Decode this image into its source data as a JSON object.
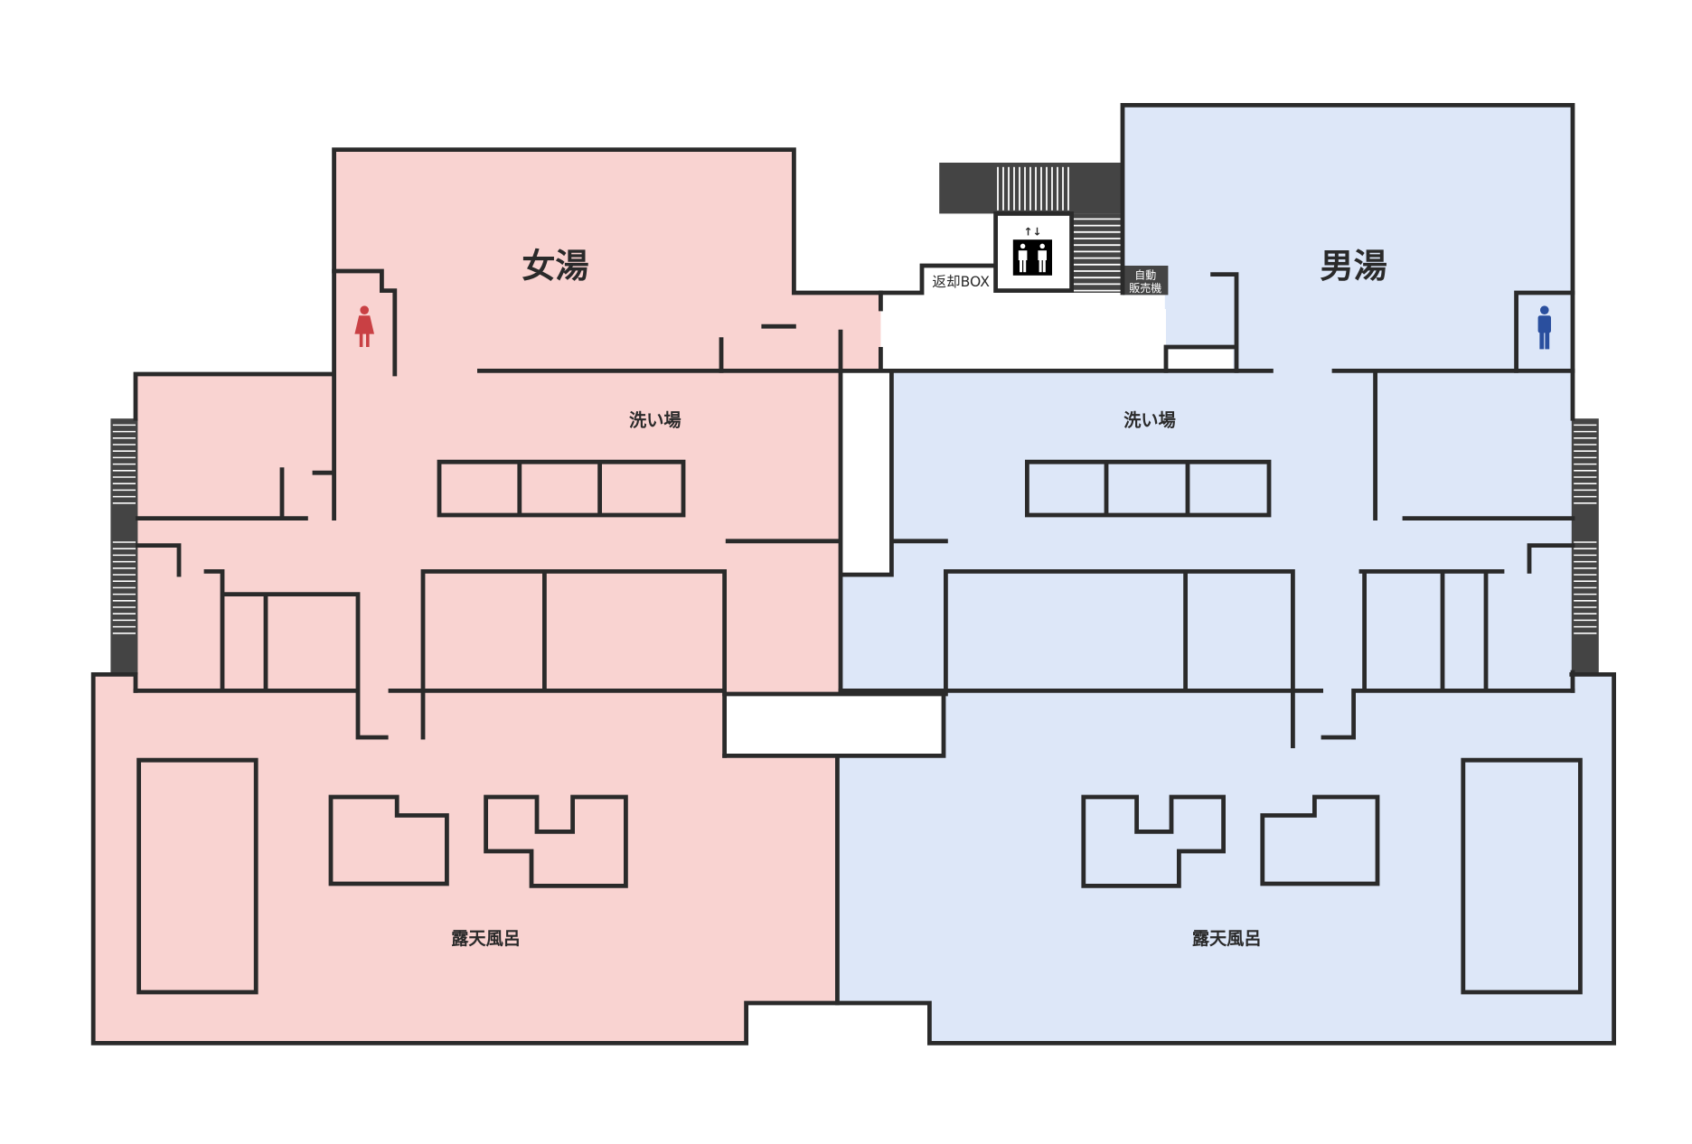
{
  "floorplan": {
    "women": {
      "title": "女湯",
      "washing_area": "洗い場",
      "outdoor_bath": "露天風呂",
      "restroom_icon": "woman-restroom-icon",
      "color": "#f9d3d1",
      "icon_color": "#c94044"
    },
    "men": {
      "title": "男湯",
      "washing_area": "洗い場",
      "outdoor_bath": "露天風呂",
      "restroom_icon": "man-restroom-icon",
      "color": "#dde7f8",
      "icon_color": "#2a4f9e"
    },
    "common": {
      "return_box": "返却BOX",
      "vending_line1": "自動",
      "vending_line2": "販売機",
      "elevator_icon": "elevator-icon",
      "elevator_arrows": "↑↓"
    },
    "colors": {
      "wall": "#2a2a2a",
      "stairs": "#444444"
    }
  }
}
